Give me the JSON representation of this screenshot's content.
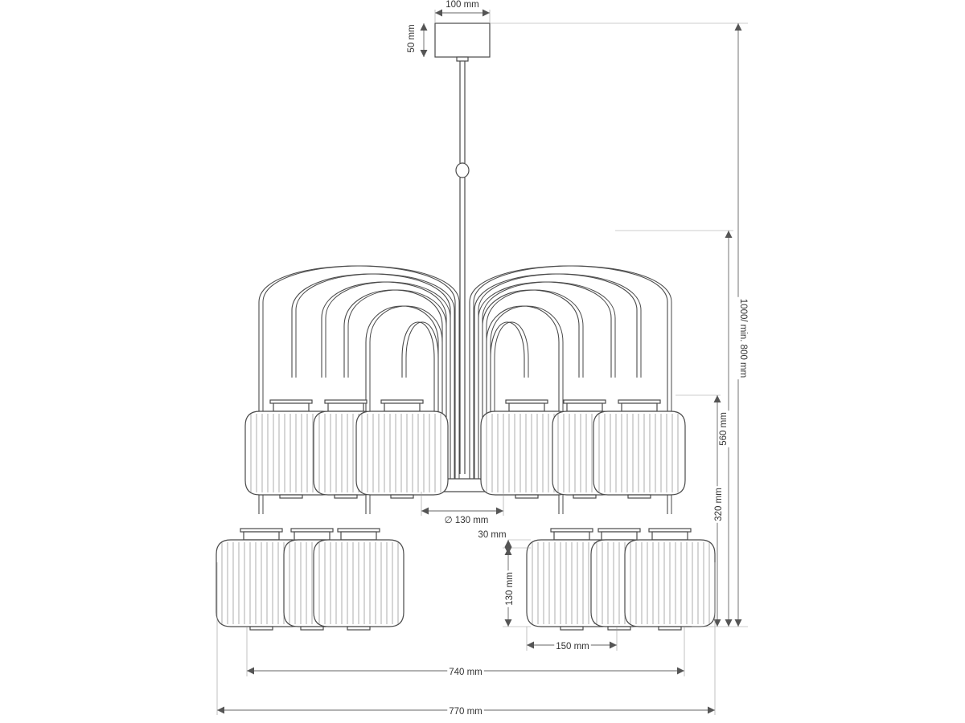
{
  "dimensions": {
    "canopy_width": "100 mm",
    "canopy_height": "50 mm",
    "total_height": "1000/ min. 800 mm",
    "arm_height": "560 mm",
    "lower_height": "320 mm",
    "base_diameter": "∅ 130 mm",
    "cap_height": "30 mm",
    "shade_height": "130 mm",
    "shade_width": "150 mm",
    "inner_width": "740 mm",
    "outer_width": "770 mm"
  },
  "colors": {
    "line": "#4a4a4a",
    "dimension_line": "#5a5a5a",
    "text": "#333333"
  }
}
